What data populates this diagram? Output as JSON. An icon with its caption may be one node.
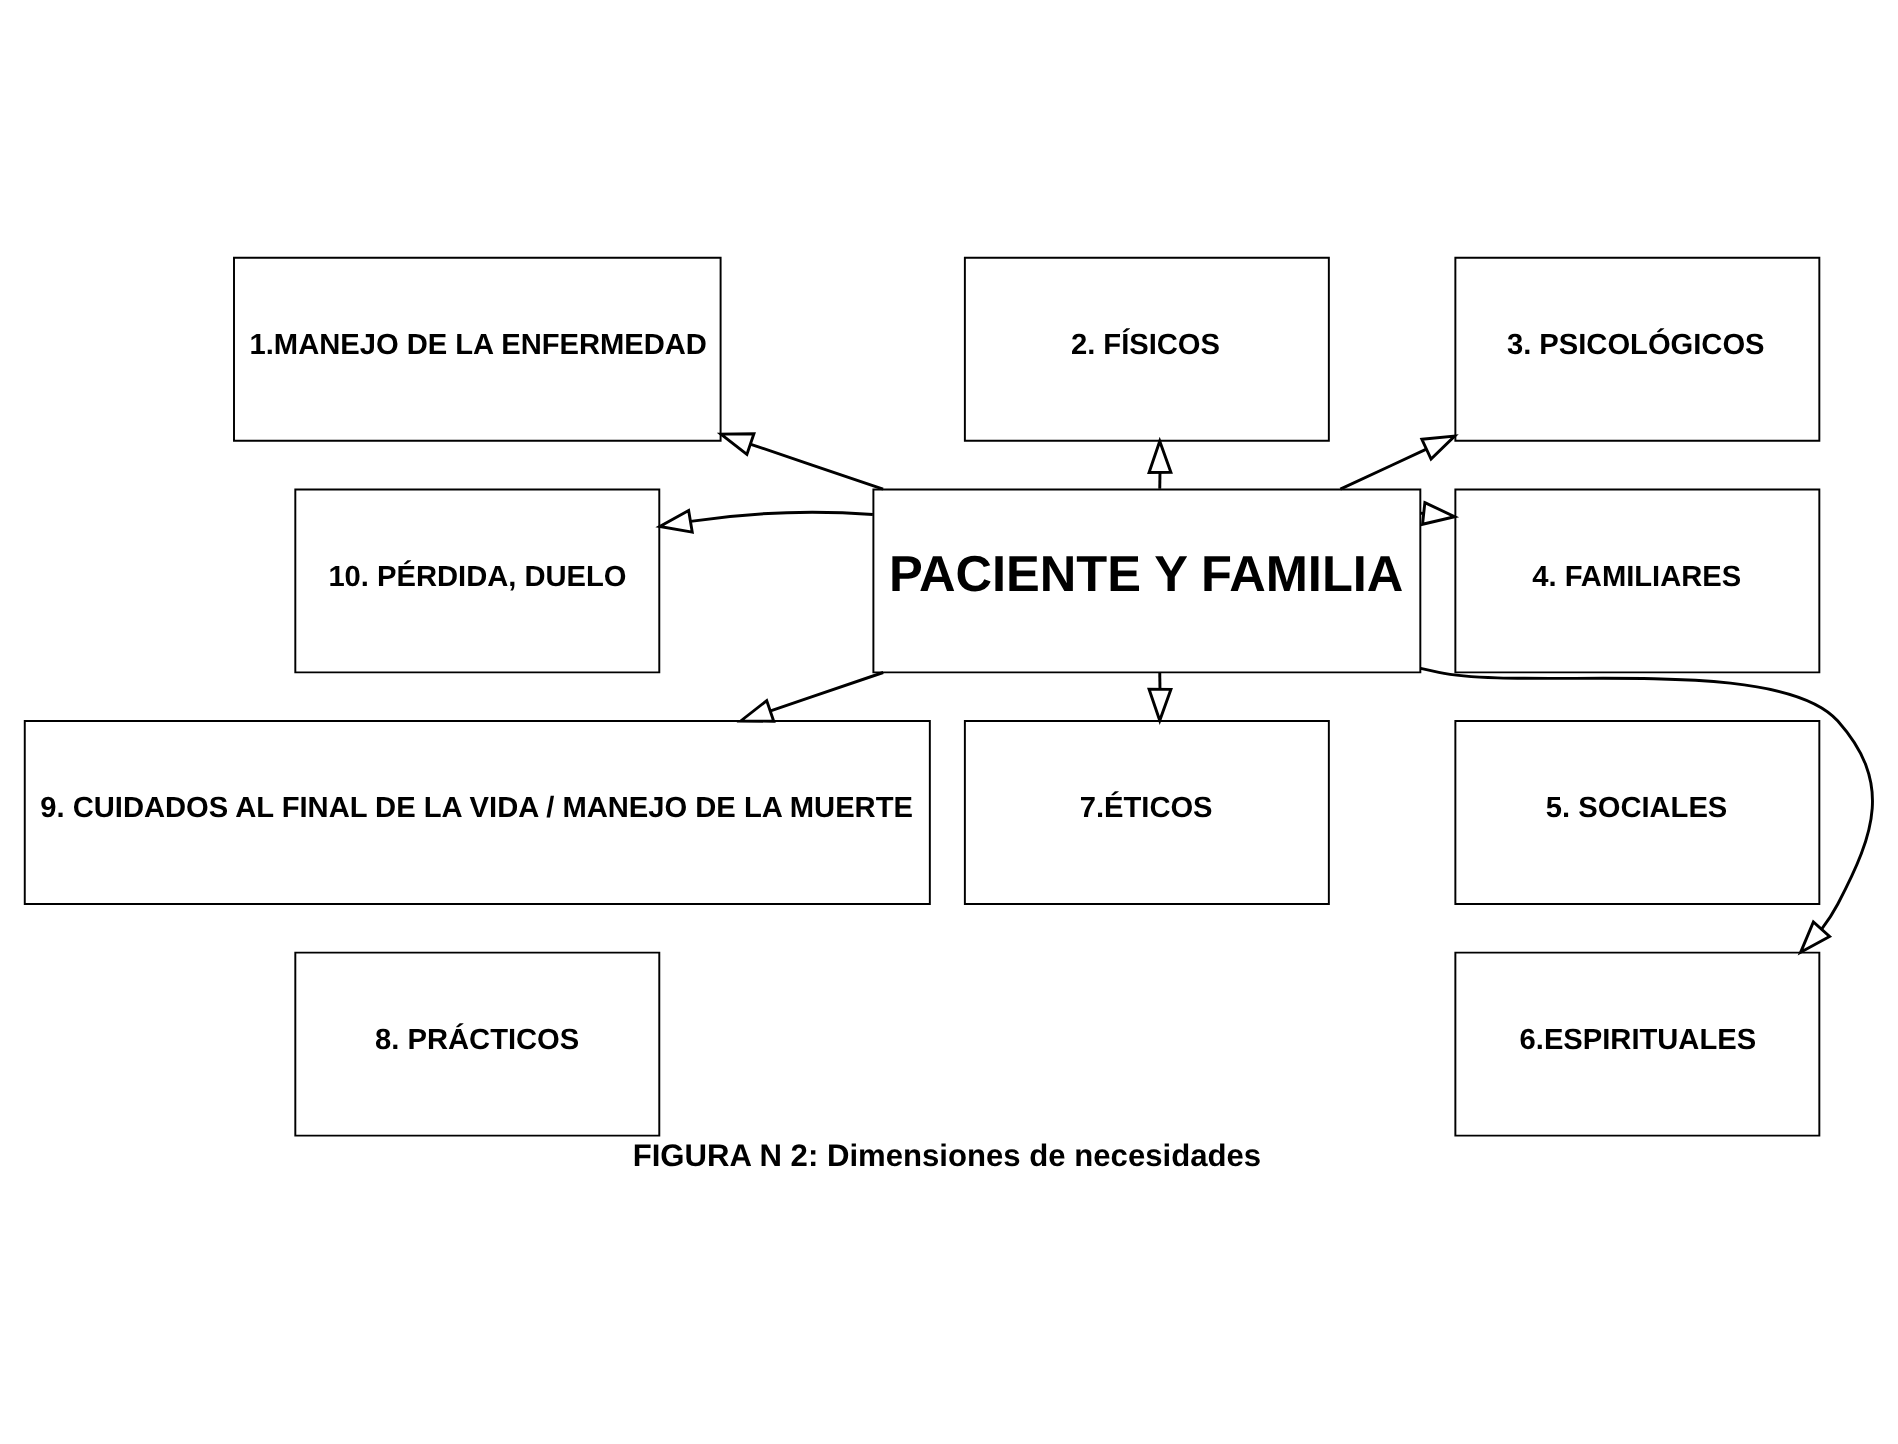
{
  "diagram": {
    "caption": "FIGURA N 2: Dimensiones de necesidades",
    "nodes": [
      {
        "text": [
          "1.MANEJO DE LA ENFERMEDAD"
        ]
      },
      {
        "text": [
          "2. FÍSICOS"
        ]
      },
      {
        "text": [
          "3. PSICOLÓGICOS"
        ]
      },
      {
        "text": [
          "10. PÉRDIDA, DUELO"
        ]
      },
      {
        "text": [
          "PACIENTE Y FAMILIA"
        ]
      },
      {
        "text": [
          "4. FAMILIARES"
        ]
      },
      {
        "text": [
          "9. CUIDADOS AL FINAL DE LA VIDA / MANEJO DE LA MUERTE"
        ]
      },
      {
        "text": [
          "5. SOCIALES"
        ]
      },
      {
        "text": [
          "8. PRÁCTICOS"
        ]
      },
      {
        "text": [
          "7.ÉTICOS"
        ]
      },
      {
        "text": [
          "6.ESPIRITUALES"
        ]
      }
    ],
    "edges": [
      {
        "from": 4,
        "to": 0,
        "arrow": "to"
      },
      {
        "from": 4,
        "to": 1,
        "arrow": "to"
      },
      {
        "from": 4,
        "to": 2,
        "arrow": "to"
      },
      {
        "from": 4,
        "to": 5,
        "arrow": "to"
      },
      {
        "from": 4,
        "to": 10,
        "arrow": "to"
      },
      {
        "from": 4,
        "to": 9,
        "arrow": "to"
      },
      {
        "from": 4,
        "to": 6,
        "arrow": "to"
      },
      {
        "from": 4,
        "to": 3,
        "arrow": "to"
      }
    ]
  }
}
